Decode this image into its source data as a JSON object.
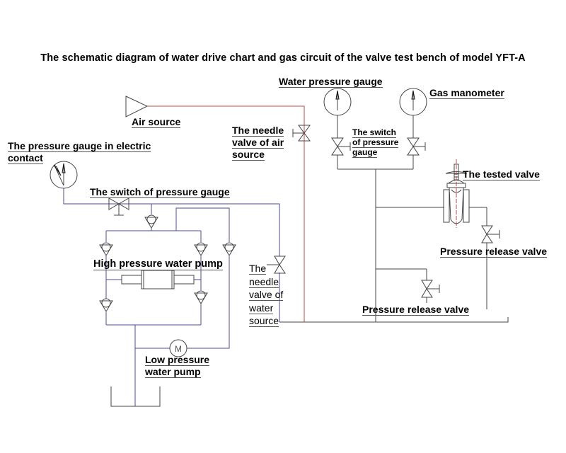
{
  "title": "The schematic diagram of water drive chart and gas circuit of the valve test bench of model YFT-A",
  "labels": {
    "air_source": "Air source",
    "needle_valve_air": [
      "The needle",
      "valve of air",
      "source"
    ],
    "water_pressure_gauge": "Water pressure gauge",
    "gas_manometer": "Gas manometer",
    "switch_pressure_gauge_right": [
      "The switch",
      "of pressure",
      "gauge"
    ],
    "electric_contact_gauge": [
      "The pressure gauge in electric",
      "contact"
    ],
    "switch_pressure_gauge_left": "The switch of pressure gauge",
    "tested_valve": "The tested valve",
    "high_pressure_pump": "High pressure water pump",
    "needle_valve_water": [
      "The",
      "needle",
      "valve of",
      "water",
      "source"
    ],
    "pressure_release_valve_right": "Pressure release valve",
    "pressure_release_valve_bottom": "Pressure release valve",
    "low_pressure_pump": [
      "Low pressure",
      "water pump"
    ],
    "motor_symbol": "M"
  },
  "colors": {
    "water_line": "#4a4a9a",
    "gas_line": "#c04848",
    "symbol": "#444444"
  }
}
